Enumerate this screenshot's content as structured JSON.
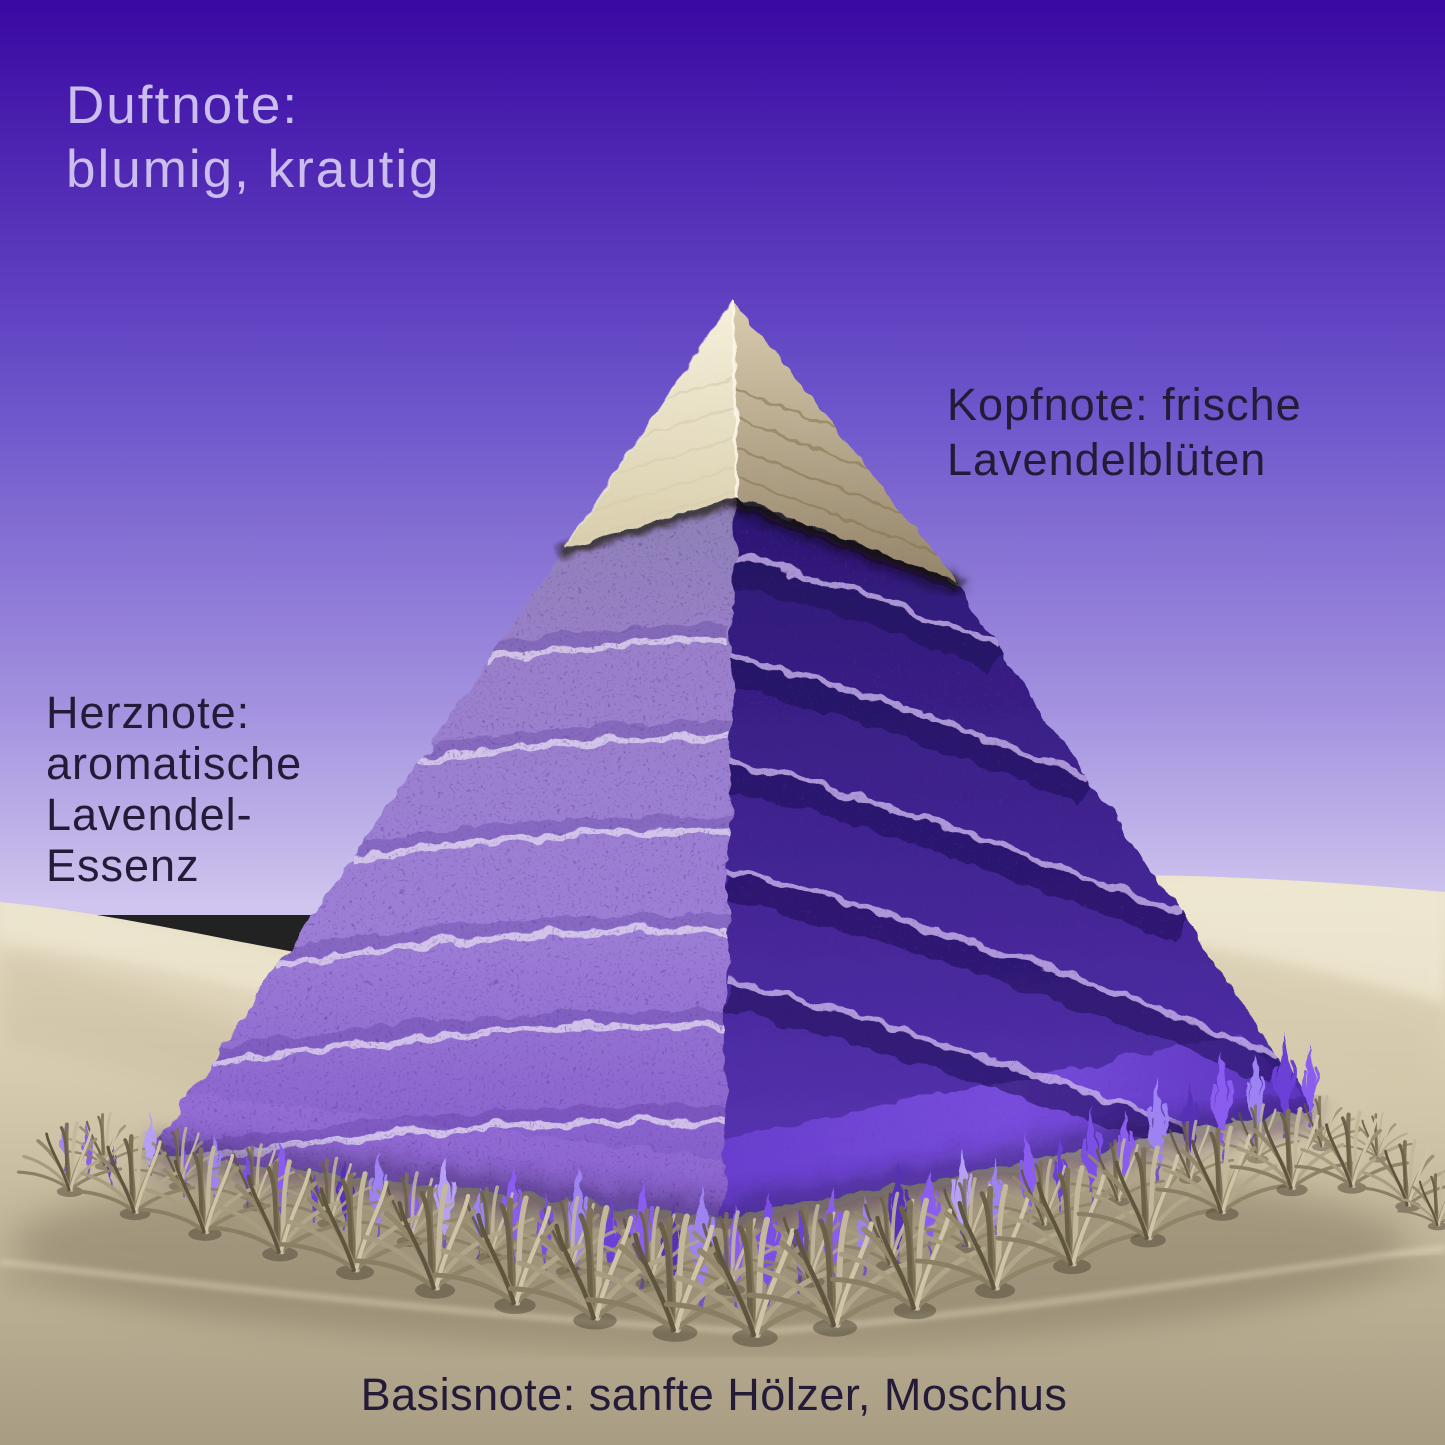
{
  "labels": {
    "scent_profile": "Duftnote:\nblumig, krautig",
    "top_note": "Kopfnote: frische\nLavendelblüten",
    "heart_note": "Herznote:\naromatische\nLavendel-\nEssenz",
    "base_note": "Basisnote: sanfte Hölzer, Moschus"
  },
  "colors": {
    "sky_top": "#3a08a2",
    "sky_horizon": "#cfc5ee",
    "sand_light": "#ece5cf",
    "sand_dark": "#a79c82",
    "capstone_light": "#f2ecd6",
    "capstone_shadow": "#9c8d6f",
    "pyramid_left_face": "#9b7fd1",
    "pyramid_right_face": "#42259a",
    "tier_line": "#d0bfe9",
    "lavender_flower": "#8a5cf0",
    "grass": "#9a8d72",
    "label_light": "#cbbeee",
    "label_dark": "#241b38"
  }
}
